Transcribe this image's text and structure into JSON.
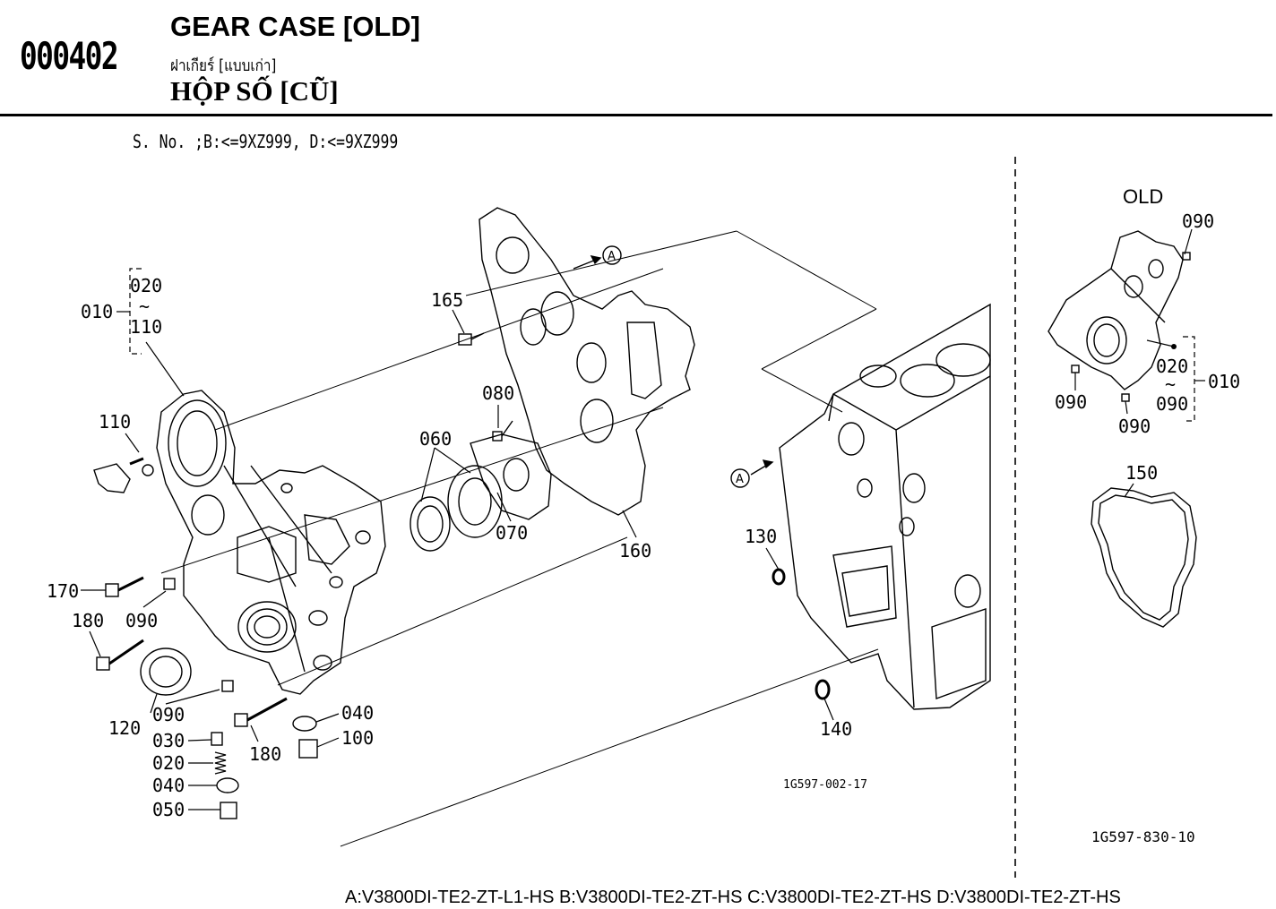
{
  "header": {
    "page_number": "000402",
    "title_en": "GEAR CASE [OLD]",
    "title_th": "ฝาเกียร์ [แบบเก่า]",
    "title_vi": "HỘP SỐ [CŨ]",
    "serial_note": "S. No. ;B:<=9XZ999, D:<=9XZ999"
  },
  "diagram": {
    "left_callouts": [
      "010",
      "020",
      "110",
      "110",
      "165",
      "080",
      "060",
      "070",
      "160",
      "170",
      "180",
      "090",
      "120",
      "090",
      "030",
      "020",
      "040",
      "050",
      "180",
      "040",
      "100"
    ],
    "block_callouts": [
      "130",
      "140"
    ],
    "arrow_label": "A",
    "left_ref": "1G597-002-17",
    "inset": {
      "title": "OLD",
      "callouts": [
        "090",
        "090",
        "090",
        "020",
        "090",
        "010",
        "150"
      ],
      "ref": "1G597-830-10"
    },
    "tilde": "~"
  },
  "footer": {
    "models": "A:V3800DI-TE2-ZT-L1-HS B:V3800DI-TE2-ZT-HS C:V3800DI-TE2-ZT-HS D:V3800DI-TE2-ZT-HS"
  }
}
